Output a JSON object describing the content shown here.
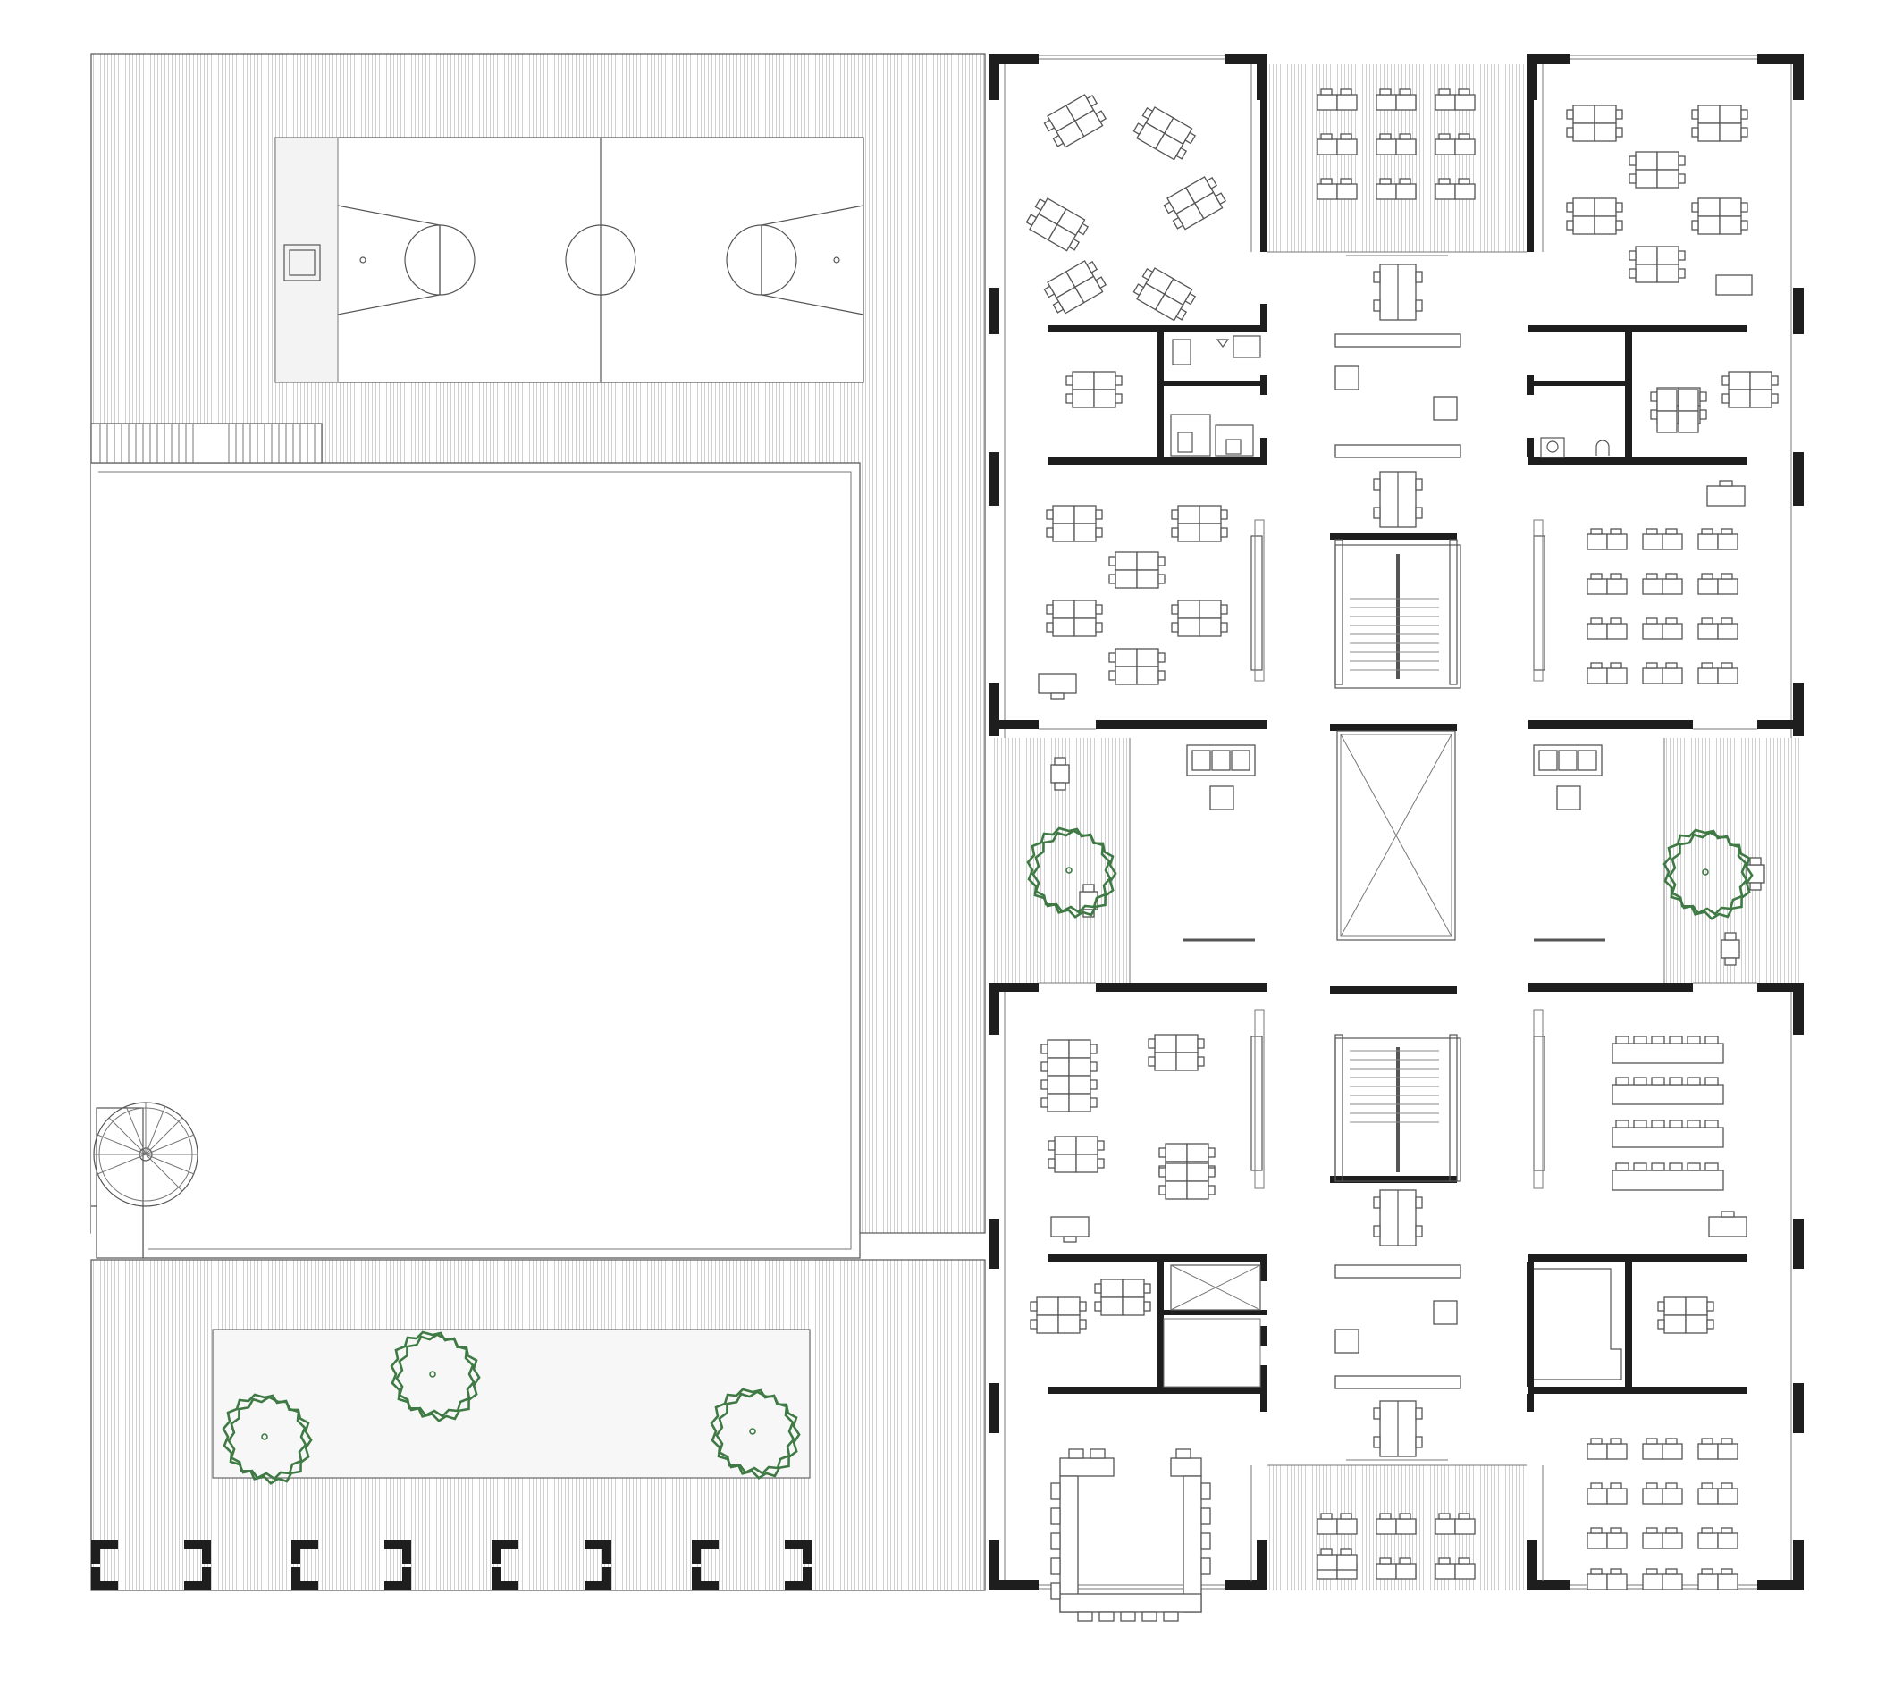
{
  "plan": {
    "colors": {
      "background": "#ffffff",
      "wall": "#1e1e1e",
      "line": "#555555",
      "tree": "#3f7a45"
    },
    "icons": [
      "basketball-court",
      "spiral-stair",
      "tree",
      "toilet",
      "sink",
      "staircase",
      "elevator-shaft"
    ]
  }
}
